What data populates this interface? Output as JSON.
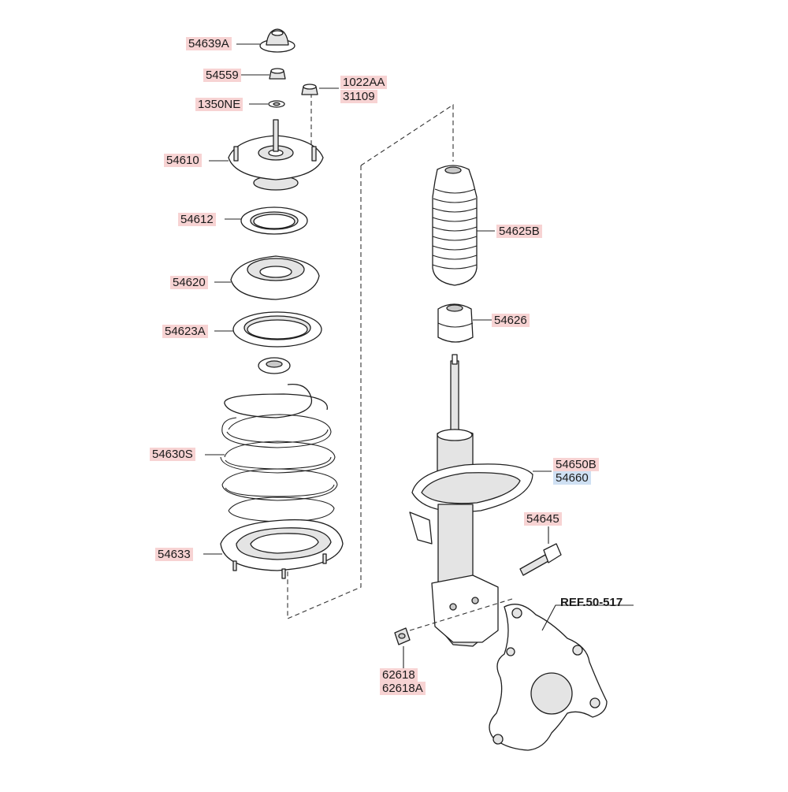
{
  "diagram": {
    "labels": {
      "l54639A": "54639A",
      "l54559": "54559",
      "l1022AA": "1022AA",
      "l31109": "31109",
      "l1350NE": "1350NE",
      "l54610": "54610",
      "l54612": "54612",
      "l54625B": "54625B",
      "l54620": "54620",
      "l54626": "54626",
      "l54623A": "54623A",
      "l54630S": "54630S",
      "l54650B": "54650B",
      "l54660": "54660",
      "l54645": "54645",
      "l54633": "54633",
      "lREF": "REF.50-517",
      "l62618": "62618",
      "l62618A": "62618A"
    },
    "highlight_colors": {
      "part": "#f7d3d3",
      "alt": "#cfe0f3"
    }
  }
}
